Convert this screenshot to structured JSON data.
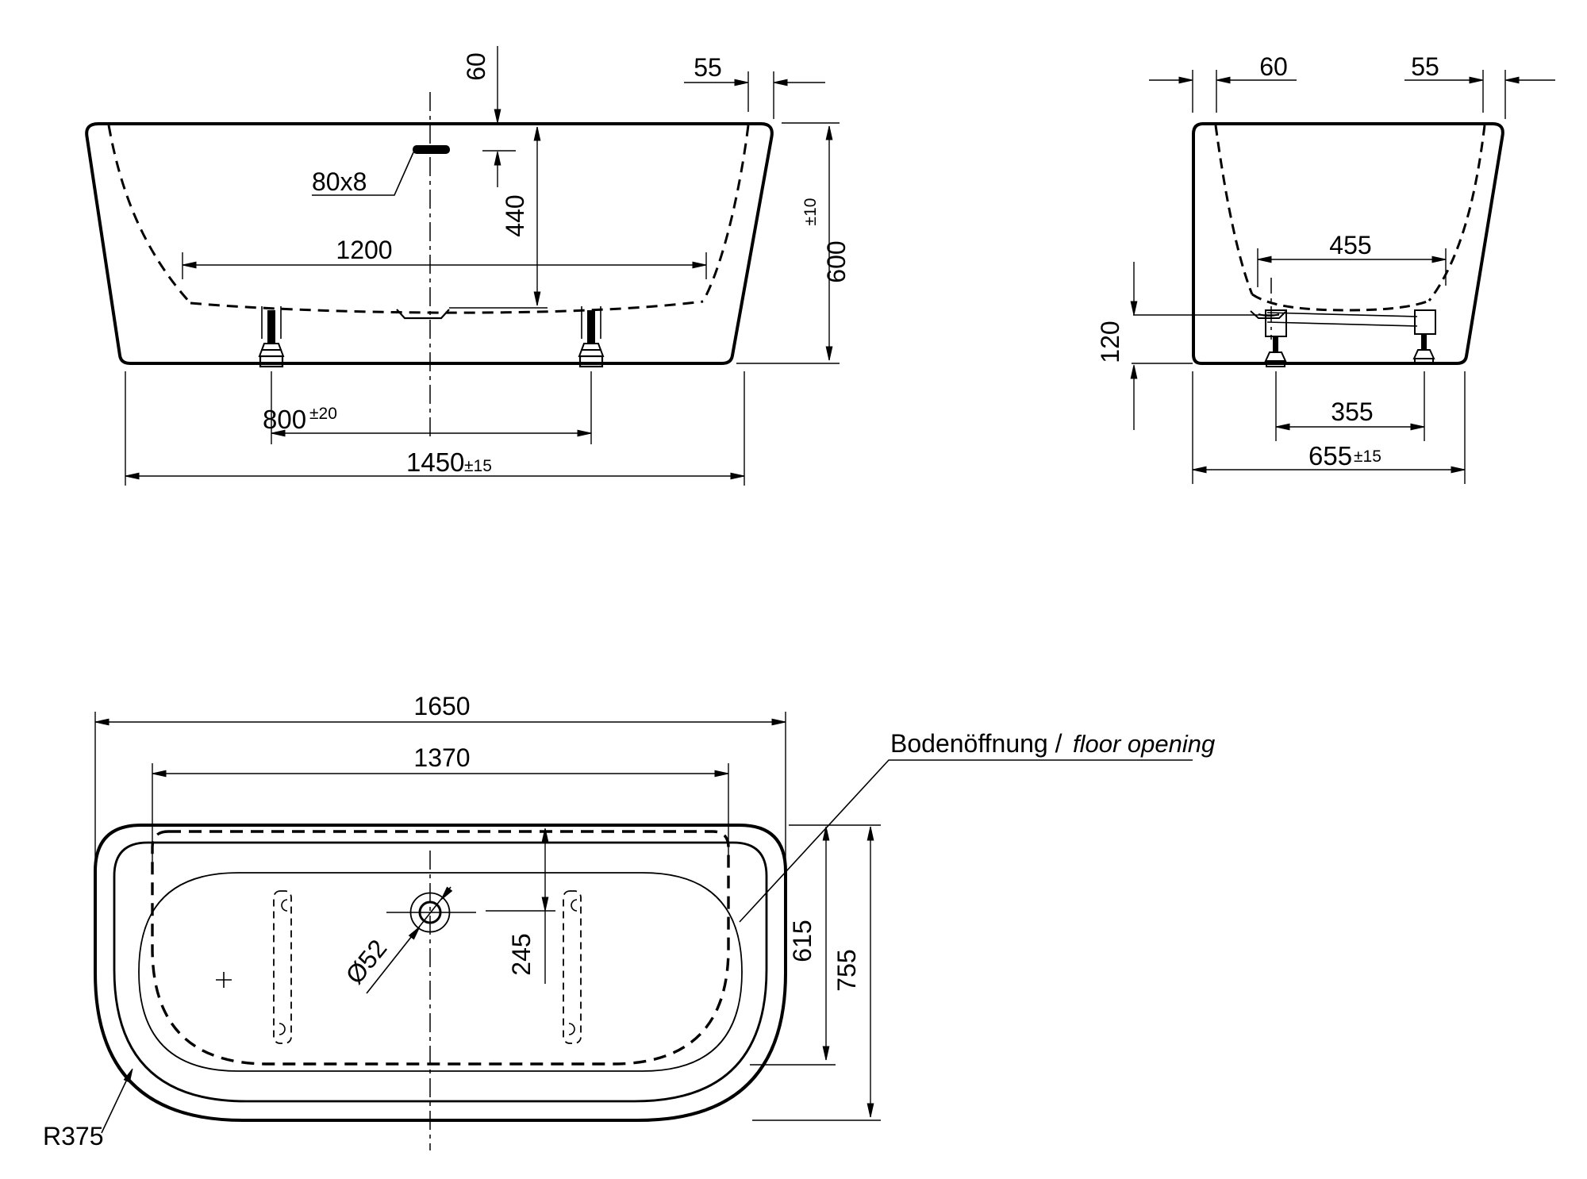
{
  "drawing": {
    "type": "technical-drawing",
    "subject": "bathtub installation drawing, three orthographic views",
    "background_color": "#ffffff",
    "line_color": "#000000",
    "front": {
      "rim_to_overflow": "60",
      "wall_top_width": "55",
      "overflow_label": "80x8",
      "inner_bottom_length": "1200",
      "inner_depth": "440",
      "height": "600",
      "height_tol": "±10",
      "feet_spacing": "800",
      "feet_spacing_tol": "±20",
      "base_length": "1450",
      "base_length_tol": "±15"
    },
    "end": {
      "wall_left_width": "60",
      "wall_right_width": "55",
      "inner_bottom_width": "455",
      "support_height": "120",
      "feet_spacing": "355",
      "base_width": "655",
      "base_width_tol": "±15"
    },
    "plan": {
      "overall_length": "1650",
      "floor_opening_length": "1370",
      "drain_diameter": "Ø52",
      "drain_offset": "245",
      "floor_opening_width": "615",
      "overall_width": "755",
      "corner_radius": "R375",
      "floor_opening_label_de": "Bodenöffnung /",
      "floor_opening_label_en": "floor opening"
    }
  }
}
